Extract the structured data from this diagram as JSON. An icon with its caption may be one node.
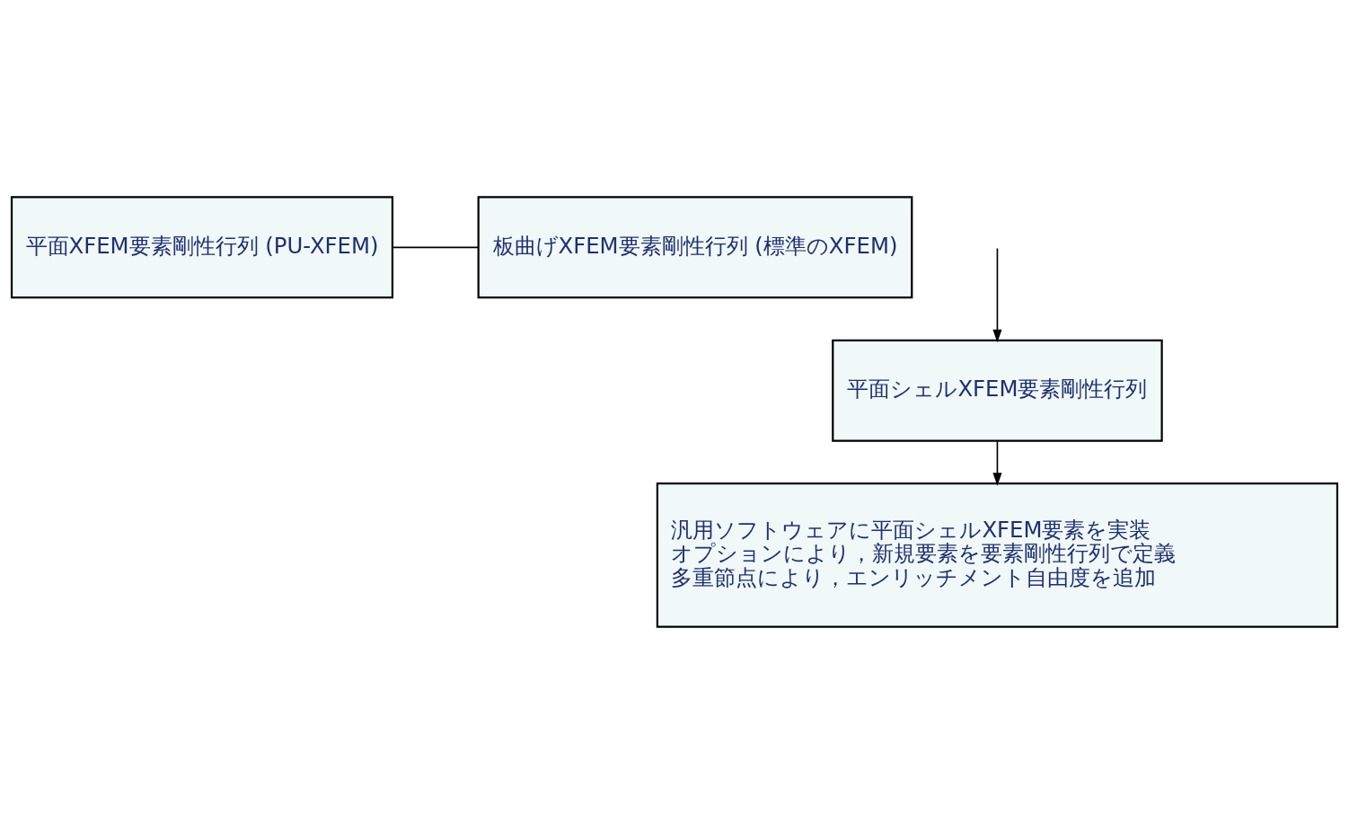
{
  "diagram": {
    "nodes": [
      {
        "text": [
          "平面XFEM要素剛性行列 (PU-XFEM)"
        ]
      },
      {
        "text": [
          "板曲げXFEM要素剛性行列 (標準のXFEM)"
        ]
      },
      {
        "text": [
          "平面シェルXFEM要素剛性行列"
        ]
      },
      {
        "text": [
          "汎用ソフトウェアに平面シェルXFEM要素を実装",
          "オプションにより，新規要素を要素剛性行列で定義",
          "多重節点により，エンリッチメント自由度を追加"
        ]
      }
    ],
    "edges": [
      {
        "from": 0,
        "to": 1,
        "arrow": "none"
      },
      {
        "from": null,
        "to": 2,
        "arrow": "to"
      },
      {
        "from": 2,
        "to": 3,
        "arrow": "to"
      }
    ]
  }
}
